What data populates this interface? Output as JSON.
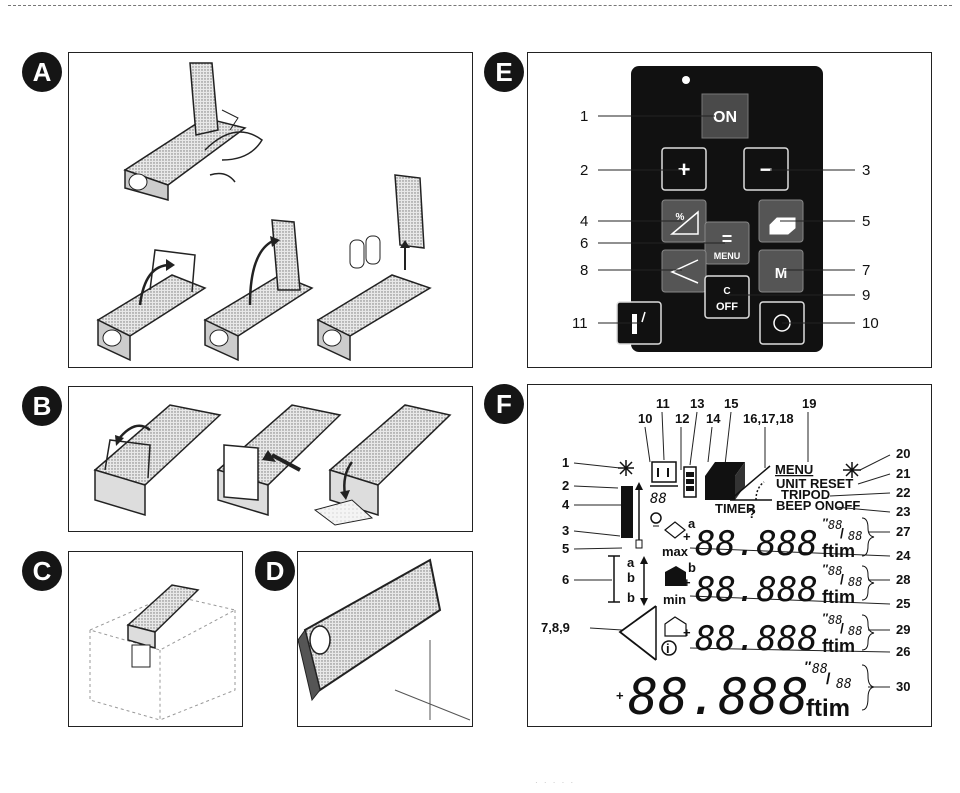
{
  "panels": {
    "A": {
      "label": "A"
    },
    "B": {
      "label": "B"
    },
    "C": {
      "label": "C"
    },
    "D": {
      "label": "D"
    },
    "E": {
      "label": "E"
    },
    "F": {
      "label": "F"
    }
  },
  "keypad": {
    "buttons": {
      "on": "ON",
      "plus": "+",
      "minus": "−",
      "equals": "=",
      "menu": "MENU",
      "c": "C",
      "off": "OFF",
      "m": "M",
      "area": "%"
    },
    "callouts": [
      "1",
      "2",
      "3",
      "4",
      "5",
      "6",
      "7",
      "8",
      "9",
      "10",
      "11"
    ]
  },
  "display": {
    "callouts": [
      "1",
      "2",
      "4",
      "3",
      "5",
      "6",
      "7,8,9",
      "10",
      "11",
      "12",
      "13",
      "14",
      "15",
      "16,17,18",
      "19",
      "20",
      "21",
      "22",
      "23",
      "24",
      "25",
      "26",
      "27",
      "28",
      "29",
      "30"
    ],
    "menu_labels": {
      "menu": "MENU",
      "unit_reset": "UNIT RESET",
      "tripod": "TRIPOD",
      "beep_onoff": "BEEP ONOFF",
      "timer": "TIMER",
      "question": "?"
    },
    "small_digits": "88",
    "line_digits": "88.888",
    "big_digits": "88.888",
    "units": "ftim",
    "inch_mark": "″",
    "fraction_top": "88",
    "fraction_bottom": "88",
    "fraction_slash": "/",
    "plus_minus": "+",
    "sub_labels": {
      "a": "a",
      "b": "b",
      "max": "max",
      "min": "min"
    },
    "mode_letters": {
      "a": "a",
      "b": "b"
    }
  },
  "footer": {
    "text": "· · · · ·"
  }
}
